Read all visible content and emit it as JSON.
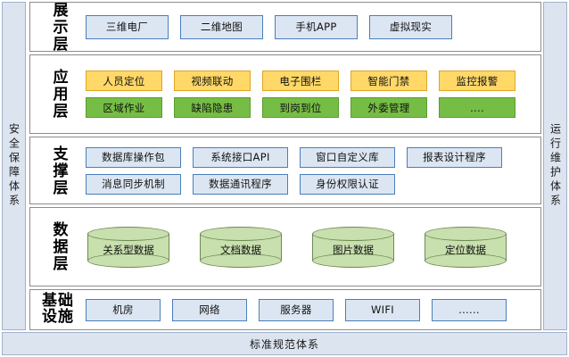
{
  "bands": {
    "left": "安全保障体系",
    "right": "运行维护体系",
    "bottom": "标准规范体系"
  },
  "colors": {
    "blue_fill": "#DCE6F2",
    "blue_border": "#4A7EBB",
    "orange_fill": "#FFD868",
    "orange_border": "#E0A526",
    "green_fill": "#76BD45",
    "green_border": "#5A9C32",
    "cylinder_fill": "#C8DFAE",
    "cylinder_border": "#6E8B54",
    "band_fill": "#DCE4F0",
    "band_border": "#9FB2CC"
  },
  "layers": [
    {
      "id": "presentation",
      "label": "展示层",
      "rows": [
        {
          "style": "blue",
          "items": [
            "三维电厂",
            "二维地图",
            "手机APP",
            "虚拟现实"
          ]
        }
      ]
    },
    {
      "id": "application",
      "label": "应用层",
      "rows": [
        {
          "style": "orange",
          "items": [
            "人员定位",
            "视频联动",
            "电子围栏",
            "智能门禁",
            "监控报警"
          ]
        },
        {
          "style": "green",
          "items": [
            "区域作业",
            "缺陷隐患",
            "到岗到位",
            "外委管理",
            "...."
          ]
        }
      ]
    },
    {
      "id": "support",
      "label": "支撑层",
      "rows": [
        {
          "style": "blue",
          "items": [
            "数据库操作包",
            "系统接口API",
            "窗口自定义库",
            "报表设计程序"
          ]
        },
        {
          "style": "blue",
          "items": [
            "消息同步机制",
            "数据通讯程序",
            "身份权限认证"
          ]
        }
      ]
    },
    {
      "id": "data",
      "label": "数据层",
      "rows": [
        {
          "style": "cylinder",
          "items": [
            "关系型数据",
            "文档数据",
            "图片数据",
            "定位数据"
          ]
        }
      ]
    },
    {
      "id": "infrastructure",
      "label": "基础设施",
      "label_lines": [
        "基础",
        "设施"
      ],
      "rows": [
        {
          "style": "blue",
          "items": [
            "机房",
            "网络",
            "服务器",
            "WIFI",
            "......"
          ]
        }
      ]
    }
  ]
}
